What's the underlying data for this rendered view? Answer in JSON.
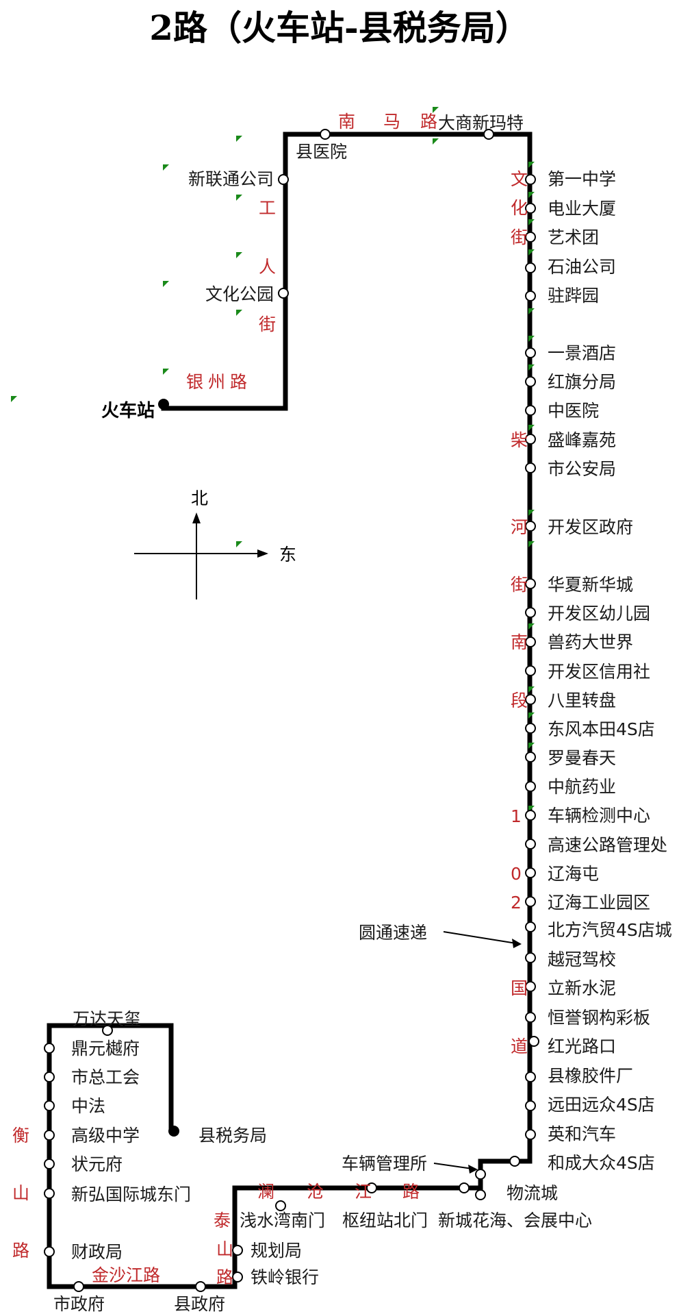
{
  "title": "2路（火车站-县税务局）",
  "colors": {
    "route": "#000000",
    "road_label": "#c0292b",
    "stop_text": "#1a1a1a",
    "marker": "#1a8a1a"
  },
  "compass": {
    "north": "北",
    "east": "东"
  },
  "terminals": {
    "start": "火车站",
    "end": "县税务局"
  },
  "stops": [
    "县医院",
    "新联通公司",
    "文化公园",
    "大商新玛特",
    "第一中学",
    "电业大厦",
    "艺术团",
    "石油公司",
    "驻跸园",
    "一景酒店",
    "红旗分局",
    "中医院",
    "盛峰嘉苑",
    "市公安局",
    "开发区政府",
    "华夏新华城",
    "开发区幼儿园",
    "兽药大世界",
    "开发区信用社",
    "八里转盘",
    "东风本田4S店",
    "罗曼春天",
    "中航药业",
    "车辆检测中心",
    "高速公路管理处",
    "辽海屯",
    "辽海工业园区",
    "北方汽贸4S店城",
    "越冠驾校",
    "立新水泥",
    "恒誉钢构彩板",
    "红光路口",
    "县橡胶件厂",
    "远田远众4S店",
    "英和汽车",
    "和成大众4S店",
    "车辆管理所",
    "物流城",
    "新城花海、会展中心",
    "枢纽站北门",
    "浅水湾南门",
    "规划局",
    "铁岭银行",
    "县政府",
    "市政府",
    "财政局",
    "新弘国际城东门",
    "状元府",
    "高级中学",
    "中法",
    "市总工会",
    "鼎元樾府",
    "万达天玺"
  ],
  "annotation": "圆通速递",
  "road_labels": [
    "银",
    "州",
    "路",
    "工",
    "人",
    "街",
    "南",
    "马",
    "路",
    "文",
    "化",
    "街",
    "柴",
    "河",
    "街",
    "南",
    "段",
    "1",
    "0",
    "2",
    "国",
    "道",
    "澜",
    "沧",
    "江",
    "路",
    "泰",
    "山",
    "路",
    "金沙江路",
    "衡",
    "山",
    "路"
  ]
}
